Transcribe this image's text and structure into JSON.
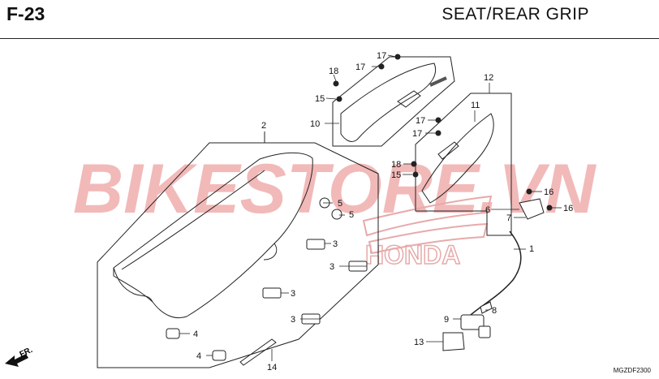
{
  "header": {
    "code": "F-23",
    "title": "SEAT/REAR  GRIP"
  },
  "watermark": {
    "text": "BIKESTORE.VN",
    "brand": "HONDA"
  },
  "direction": {
    "label": "FR."
  },
  "figure_code": "MGZDF2300",
  "callouts": {
    "c1": "1",
    "c2": "2",
    "c3a": "3",
    "c3b": "3",
    "c3c": "3",
    "c3d": "3",
    "c4a": "4",
    "c4b": "4",
    "c5a": "5",
    "c5b": "5",
    "c6": "6",
    "c7": "7",
    "c8": "8",
    "c9": "9",
    "c10": "10",
    "c11": "11",
    "c12": "12",
    "c13": "13",
    "c14": "14",
    "c15a": "15",
    "c15b": "15",
    "c16a": "16",
    "c16b": "16",
    "c17a": "17",
    "c17b": "17",
    "c17c": "17",
    "c17d": "17",
    "c18a": "18",
    "c18b": "18"
  },
  "colors": {
    "watermark": "#f2b9b9",
    "line": "#222222",
    "honda_outline": "#e7aaaa"
  }
}
